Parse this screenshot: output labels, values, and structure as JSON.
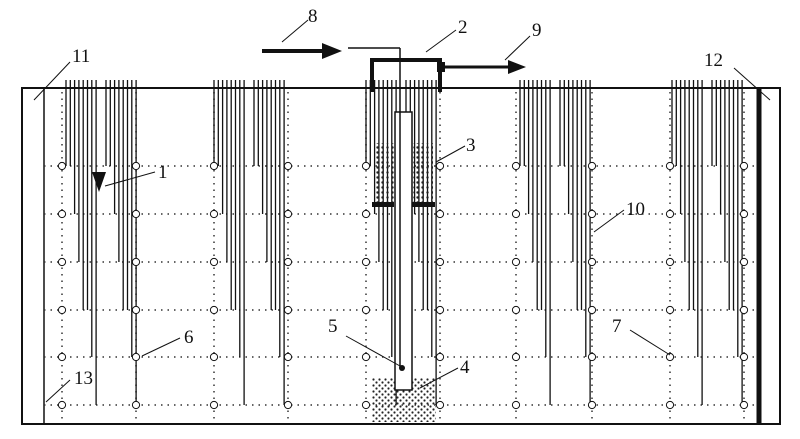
{
  "labels": {
    "l1": "1",
    "l2": "2",
    "l3": "3",
    "l4": "4",
    "l5": "5",
    "l6": "6",
    "l7": "7",
    "l8": "8",
    "l9": "9",
    "l10": "10",
    "l11": "11",
    "l12": "12",
    "l13": "13"
  },
  "colors": {
    "line": "#111111",
    "dots": "#333333",
    "background": "#ffffff"
  }
}
